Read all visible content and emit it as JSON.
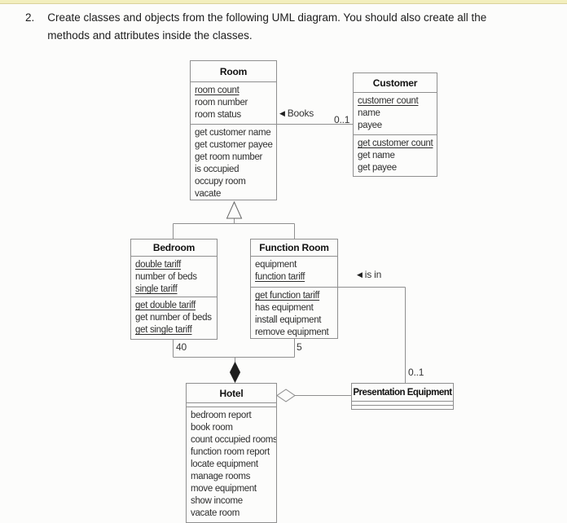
{
  "question": {
    "number": "2.",
    "lines": [
      "Create classes and objects from the following UML diagram.  You should also create all the",
      "methods and attributes inside the classes."
    ]
  },
  "classes": {
    "room": {
      "name": "Room",
      "attributes": [
        {
          "text": "room count",
          "static": true
        },
        {
          "text": "room number",
          "static": false
        },
        {
          "text": "room status",
          "static": false
        }
      ],
      "methods": [
        {
          "text": "get customer name",
          "static": false
        },
        {
          "text": "get customer payee",
          "static": false
        },
        {
          "text": "get room number",
          "static": false
        },
        {
          "text": "is occupied",
          "static": false
        },
        {
          "text": "occupy room",
          "static": false
        },
        {
          "text": "vacate",
          "static": false
        }
      ]
    },
    "customer": {
      "name": "Customer",
      "attributes": [
        {
          "text": "customer count",
          "static": true
        },
        {
          "text": "name",
          "static": false
        },
        {
          "text": "payee",
          "static": false
        }
      ],
      "methods": [
        {
          "text": "get customer count",
          "static": true
        },
        {
          "text": "get name",
          "static": false
        },
        {
          "text": "get payee",
          "static": false
        }
      ]
    },
    "bedroom": {
      "name": "Bedroom",
      "attributes": [
        {
          "text": "double tariff",
          "static": true
        },
        {
          "text": "number of beds",
          "static": false
        },
        {
          "text": "single tariff",
          "static": true
        }
      ],
      "methods": [
        {
          "text": "get double tariff",
          "static": true
        },
        {
          "text": "get number of beds",
          "static": false
        },
        {
          "text": "get single tariff",
          "static": true
        }
      ]
    },
    "function_room": {
      "name": "Function Room",
      "attributes": [
        {
          "text": "equipment",
          "static": false
        },
        {
          "text": "function tariff",
          "static": true
        }
      ],
      "methods": [
        {
          "text": "get function tariff",
          "static": true
        },
        {
          "text": "has equipment",
          "static": false
        },
        {
          "text": "install equipment",
          "static": false
        },
        {
          "text": "remove equipment",
          "static": false
        }
      ]
    },
    "hotel": {
      "name": "Hotel",
      "attributes": [],
      "methods": [
        {
          "text": "bedroom report",
          "static": false
        },
        {
          "text": "book room",
          "static": false
        },
        {
          "text": "count occupied rooms",
          "static": false
        },
        {
          "text": "function room report",
          "static": false
        },
        {
          "text": "locate equipment",
          "static": false
        },
        {
          "text": "manage rooms",
          "static": false
        },
        {
          "text": "move equipment",
          "static": false
        },
        {
          "text": "show income",
          "static": false
        },
        {
          "text": "vacate room",
          "static": false
        }
      ]
    },
    "presentation_equipment": {
      "name": "Presentation Equipment",
      "attributes": [],
      "methods": []
    }
  },
  "associations": {
    "books": {
      "arrow": "◀",
      "label": "Books",
      "multiplicity": "0..1"
    },
    "is_in": {
      "arrow": "◀",
      "label": "is in",
      "multiplicity": "0..1"
    },
    "hotel_bedroom": {
      "multiplicity": "40"
    },
    "hotel_function_room": {
      "multiplicity": "5"
    }
  },
  "colors": {
    "line": "#8f8f8f",
    "text": "#2e2e2e",
    "highlight_band": "#f3efbe",
    "band_border": "#d9d29b"
  }
}
